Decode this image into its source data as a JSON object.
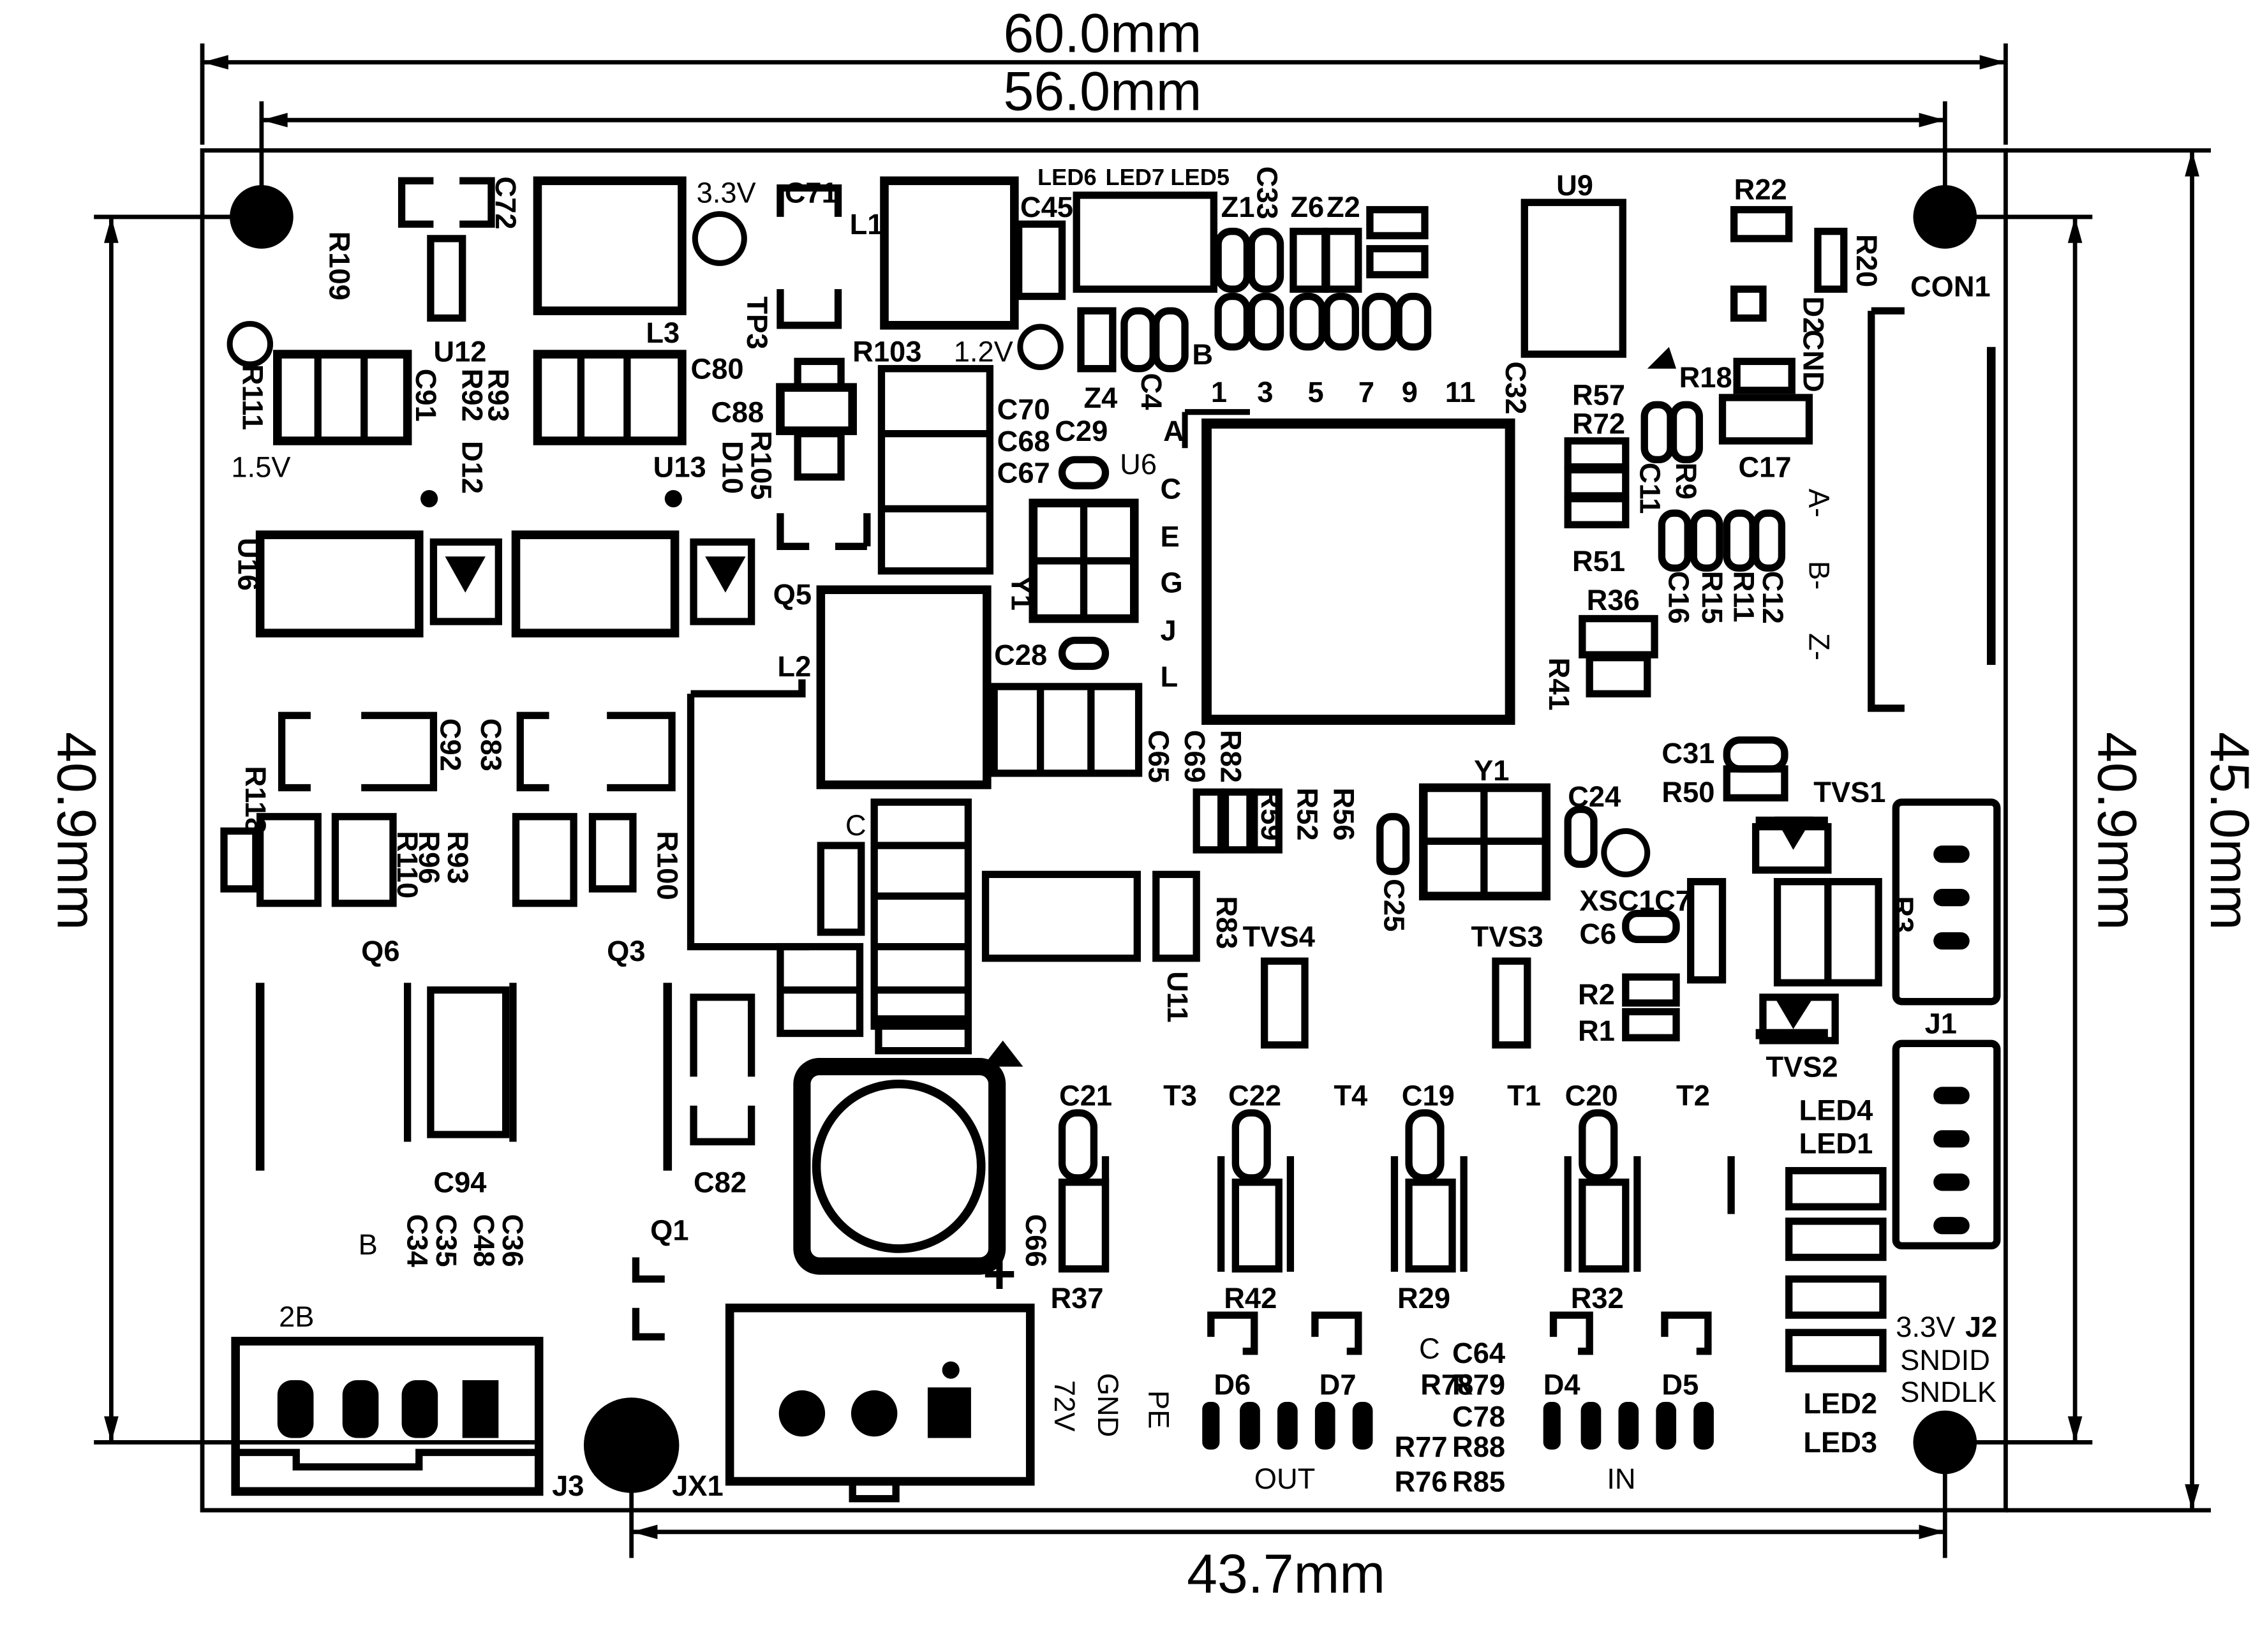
{
  "dimensions": {
    "width_overall": "60.0mm",
    "width_holes": "56.0mm",
    "width_bottom": "43.7mm",
    "height_left": "40.9mm",
    "height_right_inner": "40.9mm",
    "height_right_outer": "45.0mm"
  },
  "voltage_labels": {
    "v33": "3.3V",
    "v12": "1.2V",
    "v15": "1.5V"
  },
  "components": {
    "C72": "C72",
    "C71": "C71",
    "L1": "L1",
    "C45": "C45",
    "LED6": "LED6",
    "LED7": "LED7",
    "LED5": "LED5",
    "C33": "C33",
    "Z6": "Z6",
    "Z2": "Z2",
    "Z1": "Z1",
    "U9": "U9",
    "R22": "R22",
    "R20": "R20",
    "D2": "D2",
    "CND": "CND",
    "CON1": "CON1",
    "R109": "R109",
    "R111": "R111",
    "L3": "L3",
    "C91": "C91",
    "R92": "R92",
    "R93": "R93",
    "U12": "U12",
    "C80": "C80",
    "R103": "R103",
    "TP3": "TP3",
    "C88": "C88",
    "R105": "R105",
    "D10": "D10",
    "U13": "U13",
    "D12": "D12",
    "Z4": "Z4",
    "C4": "C4",
    "B": "B",
    "pins": [
      "1",
      "3",
      "5",
      "7",
      "9",
      "11"
    ],
    "C32": "C32",
    "R57": "R57",
    "R72": "R72",
    "R18": "R18",
    "C17": "C17",
    "C11": "C11",
    "R9": "R9",
    "C70": "C70",
    "C68": "C68",
    "C67": "C67",
    "C29": "C29",
    "U6": "U6",
    "A": "A",
    "row_letters": [
      "C",
      "E",
      "G",
      "J",
      "L"
    ],
    "A_minus": "A-",
    "B_minus": "B-",
    "Z_minus": "Z-",
    "R51": "R51",
    "C16": "C16",
    "R15": "R15",
    "R11": "R11",
    "C12": "C12",
    "R36": "R36",
    "R41": "R41",
    "U16": "U16",
    "Q5": "Q5",
    "Y1_small": "Y1",
    "C28": "C28",
    "L2": "L2",
    "C92": "C92",
    "C83": "C83",
    "C65": "C65",
    "C69": "C69",
    "R82": "R82",
    "R59": "R59",
    "R52": "R52",
    "R56": "R56",
    "Y1": "Y1",
    "C24": "C24",
    "C31": "C31",
    "R50": "R50",
    "TVS1": "TVS1",
    "R118": "R118",
    "R110": "R110",
    "R96": "R96",
    "R93b": "R93",
    "R100": "R100",
    "C": "C",
    "C25": "C25",
    "R83": "R83",
    "TVS4": "TVS4",
    "TVS3": "TVS3",
    "XSC1": "XSC1",
    "C6": "C6",
    "C7": "C7",
    "R2": "R2",
    "R1": "R1",
    "R3": "R3",
    "Q6": "Q6",
    "Q3": "Q3",
    "U11": "U11",
    "J1": "J1",
    "TVS2": "TVS2",
    "C21": "C21",
    "T3": "T3",
    "C22": "C22",
    "T4": "T4",
    "C19": "C19",
    "T1": "T1",
    "C20": "C20",
    "T2": "T2",
    "LED4": "LED4",
    "LED1": "LED1",
    "C94": "C94",
    "C82": "C82",
    "B2": "B",
    "C34": "C34",
    "C35": "C35",
    "C48": "C48",
    "C36": "C36",
    "Q1": "Q1",
    "C66": "C66",
    "R37": "R37",
    "R42": "R42",
    "R29": "R29",
    "R32": "R32",
    "2B": "2B",
    "D6": "D6",
    "D7": "D7",
    "D4": "D4",
    "D5": "D5",
    "C_mid": "C",
    "C64": "C64",
    "R78": "R78",
    "R79": "R79",
    "C78": "C78",
    "R77": "R77",
    "R88": "R88",
    "R76": "R76",
    "R85": "R85",
    "J2": "J2",
    "SNDID": "SNDID",
    "SNDLK": "SNDLK",
    "LED2": "LED2",
    "LED3": "LED3",
    "GND": "GND",
    "PE": "PE",
    "72V": "72V",
    "J3": "J3",
    "JX1": "JX1",
    "OUT": "OUT",
    "IN": "IN"
  }
}
